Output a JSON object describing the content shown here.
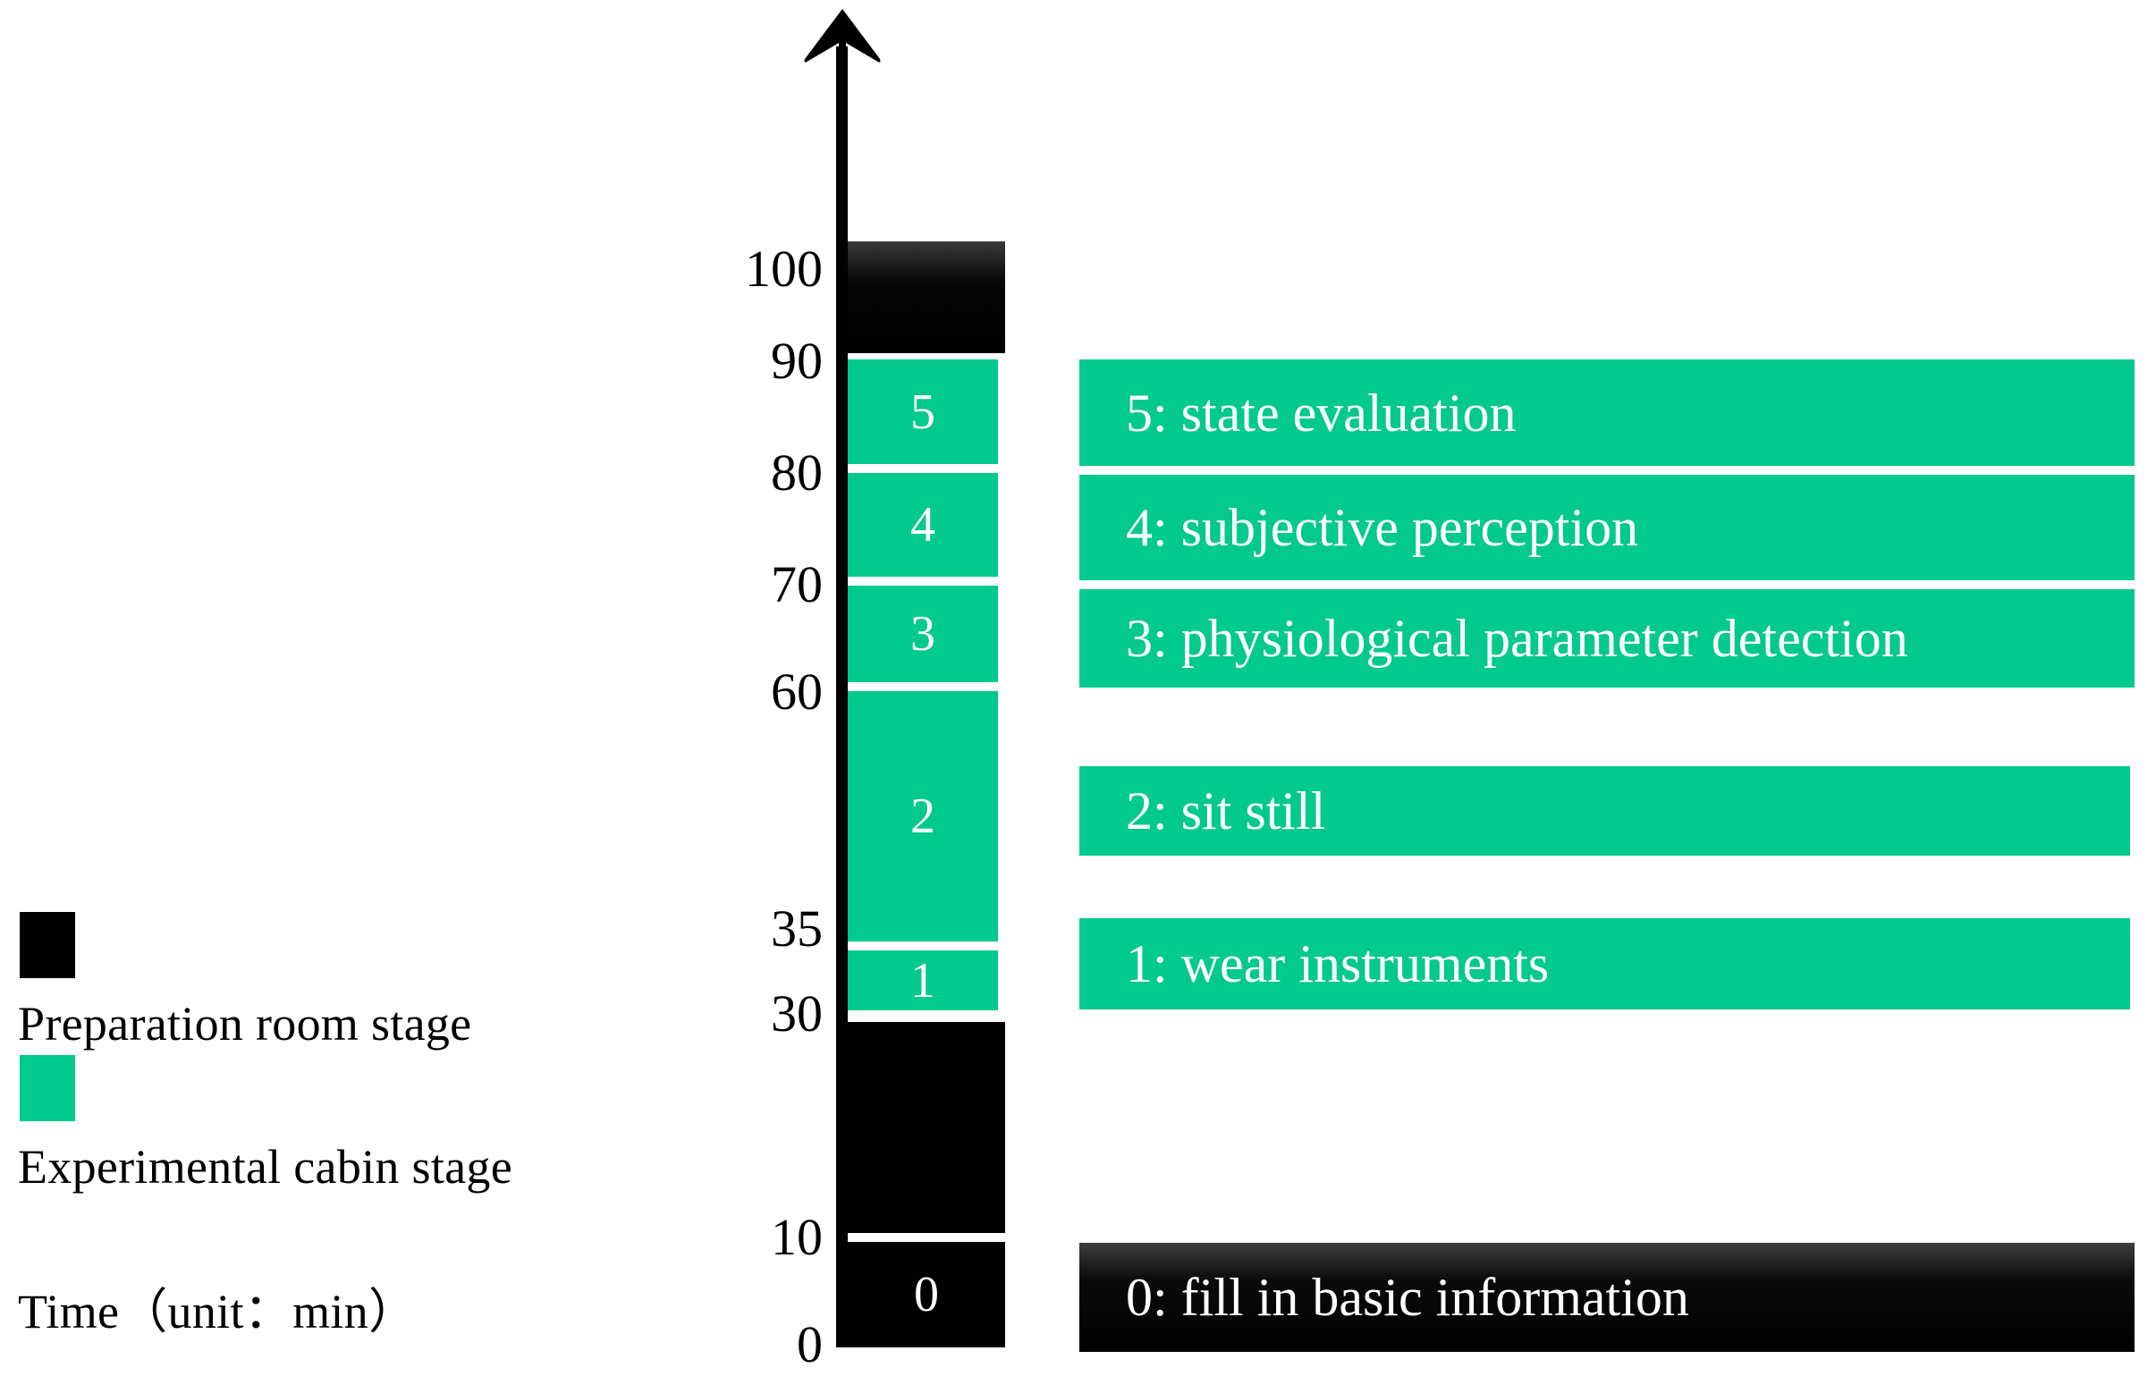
{
  "chart_data": {
    "type": "bar",
    "title": "",
    "xlabel": "",
    "ylabel": "Time（unit：min）",
    "ylim": [
      0,
      105
    ],
    "grid": false,
    "orientation": "vertical-stacked-timeline",
    "axis_ticks": [
      {
        "value": 100,
        "label": "100"
      },
      {
        "value": 90,
        "label": "90"
      },
      {
        "value": 80,
        "label": "80"
      },
      {
        "value": 70,
        "label": "70"
      },
      {
        "value": 60,
        "label": "60"
      },
      {
        "value": 35,
        "label": "35"
      },
      {
        "value": 30,
        "label": "30"
      },
      {
        "value": 10,
        "label": "10"
      },
      {
        "value": 0,
        "label": "0"
      }
    ],
    "categories": [
      "0",
      "1",
      "2",
      "3",
      "4",
      "5"
    ],
    "segments": [
      {
        "id": "0",
        "label": "0",
        "start": 0,
        "end": 10,
        "stage": "preparation",
        "color": "#000000"
      },
      {
        "id": "",
        "label": "",
        "start": 10,
        "end": 30,
        "stage": "preparation",
        "color": "#000000"
      },
      {
        "id": "1",
        "label": "1",
        "start": 30,
        "end": 35,
        "stage": "cabin",
        "color": "#02C98C"
      },
      {
        "id": "2",
        "label": "2",
        "start": 35,
        "end": 60,
        "stage": "cabin",
        "color": "#02C98C"
      },
      {
        "id": "3",
        "label": "3",
        "start": 60,
        "end": 70,
        "stage": "cabin",
        "color": "#02C98C"
      },
      {
        "id": "4",
        "label": "4",
        "start": 70,
        "end": 80,
        "stage": "cabin",
        "color": "#02C98C"
      },
      {
        "id": "5",
        "label": "5",
        "start": 80,
        "end": 90,
        "stage": "cabin",
        "color": "#02C98C"
      },
      {
        "id": "",
        "label": "",
        "start": 90,
        "end": 100,
        "stage": "preparation",
        "color": "#000000"
      }
    ],
    "annotations": [
      "5: state evaluation",
      "4: subjective perception",
      "3: physiological parameter detection",
      "2: sit still",
      "1: wear instruments",
      "0: fill in basic information"
    ],
    "legend_position": "left"
  },
  "colors": {
    "green": "#02C98C",
    "black": "#000000",
    "white": "#FFFFFF"
  },
  "axis": {
    "ticks": [
      "100",
      "90",
      "80",
      "70",
      "60",
      "35",
      "30",
      "10",
      "0"
    ]
  },
  "column": {
    "segments": [
      {
        "label": ""
      },
      {
        "label": "5"
      },
      {
        "label": "4"
      },
      {
        "label": "3"
      },
      {
        "label": "2"
      },
      {
        "label": "1"
      },
      {
        "label": ""
      },
      {
        "label": "0"
      }
    ]
  },
  "descriptions": [
    {
      "text": "5: state evaluation"
    },
    {
      "text": "4: subjective perception"
    },
    {
      "text": "3: physiological parameter detection"
    },
    {
      "text": "2: sit still"
    },
    {
      "text": "1: wear instruments"
    },
    {
      "text": "0: fill in basic information"
    }
  ],
  "legend": {
    "items": [
      {
        "label": "Preparation room stage",
        "color": "#000000"
      },
      {
        "label": "Experimental cabin stage",
        "color": "#02C98C"
      }
    ],
    "time_caption": "Time（unit：min）"
  }
}
